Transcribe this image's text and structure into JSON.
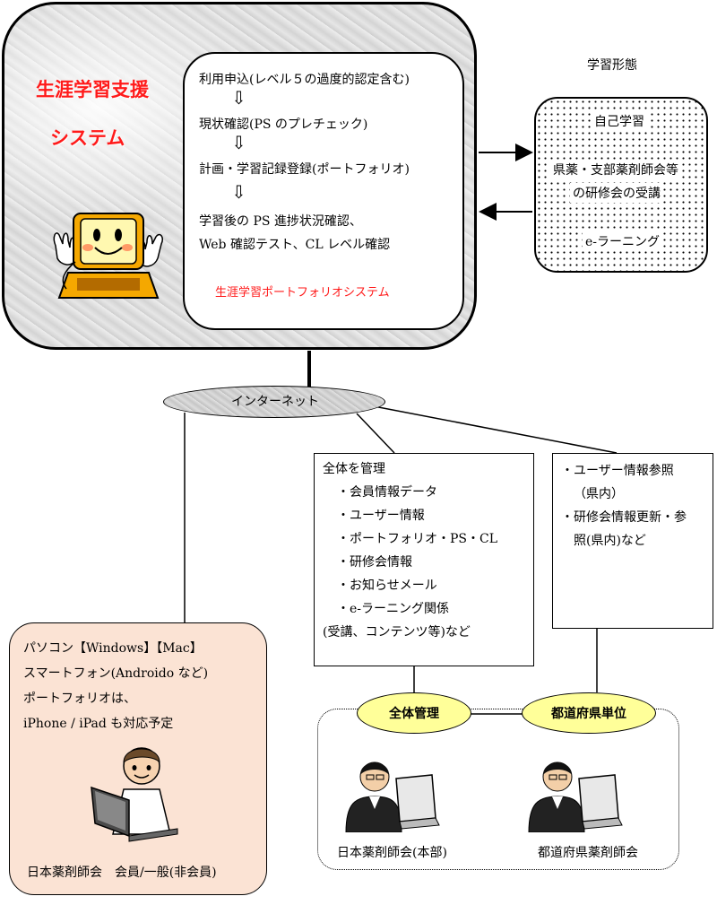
{
  "system": {
    "title_line1": "生涯学習支援",
    "title_line2": "システム",
    "flow": {
      "step1": "利用申込(レベル５の過度的認定含む)",
      "step2": "現状確認(PS のプレチェック)",
      "step3": "計画・学習記録登録(ポートフォリオ)",
      "step4_line1": "学習後の PS 進捗状況確認、",
      "step4_line2": "Web 確認テスト、CL レベル確認",
      "caption": "生涯学習ポートフォリオシステム"
    }
  },
  "study": {
    "header": "学習形態",
    "item1": "自己学習",
    "item2_line1": "県薬・支部薬剤師会等",
    "item2_line2": "の研修会の受講",
    "item3": "e-ラーニング"
  },
  "internet": {
    "label": "インターネット"
  },
  "central_box": {
    "title": "全体を管理",
    "items": [
      "・会員情報データ",
      "・ユーザー情報",
      "・ポートフォリオ・PS・CL",
      "・研修会情報",
      "・お知らせメール",
      "・e-ラーニング関係"
    ],
    "tail": "(受講、コンテンツ等)など"
  },
  "pref_box": {
    "line1": "・ユーザー情報参照",
    "line2": "（県内）",
    "line3": "・研修会情報更新・参",
    "line4": "照(県内)など"
  },
  "user": {
    "line1": "パソコン【Windows】【Mac】",
    "line2": "スマートフォン(Androido など)",
    "line3": "ポートフォリオは、",
    "line4": "iPhone / iPad  も対応予定",
    "caption": "日本薬剤師会　会員/一般(非会員)"
  },
  "admin": {
    "central_label": "全体管理",
    "pref_label": "都道府県単位",
    "hq_caption": "日本薬剤師会(本部)",
    "pref_caption": "都道府県薬剤師会"
  },
  "colors": {
    "accent_red": "#ff1a1a",
    "oval_yellow": "#ffff99",
    "user_bg": "#fbe3d4"
  }
}
